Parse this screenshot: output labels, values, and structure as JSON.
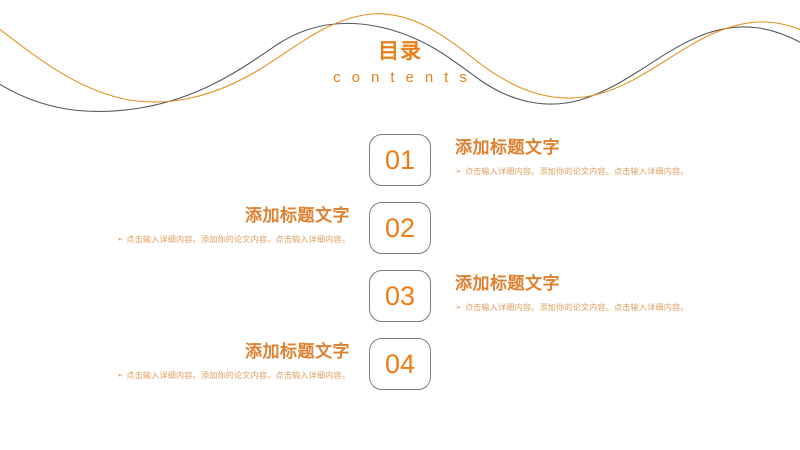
{
  "slide": {
    "background_color": "#FFFFFF",
    "accent_orange": "#F07C16",
    "heading_orange": "#DF8130",
    "body_orange": "#E0A060",
    "box_border_gray": "#7D7D7D",
    "wave_orange": "#E8901F",
    "wave_gray": "#555A5E"
  },
  "header": {
    "title_cn": "目录",
    "title_en": "contents"
  },
  "decor": {
    "wave_orange_name": "orange-sine-wave",
    "wave_gray_name": "gray-sine-wave"
  },
  "sections": [
    {
      "number": "01",
      "side": "right",
      "heading": "添加标题文字",
      "bullet": "➢",
      "body": "点击输入详细内容。添加你的论文内容。点击输入详细内容。"
    },
    {
      "number": "02",
      "side": "left",
      "heading": "添加标题文字",
      "bullet": "➢",
      "body": "点击输入详细内容。添加你的论文内容。点击输入详细内容。"
    },
    {
      "number": "03",
      "side": "right",
      "heading": "添加标题文字",
      "bullet": "➢",
      "body": "点击输入详细内容。添加你的论文内容。点击输入详细内容。"
    },
    {
      "number": "04",
      "side": "left",
      "heading": "添加标题文字",
      "bullet": "➢",
      "body": "点击输入详细内容。添加你的论文内容。点击输入详细内容。"
    }
  ]
}
